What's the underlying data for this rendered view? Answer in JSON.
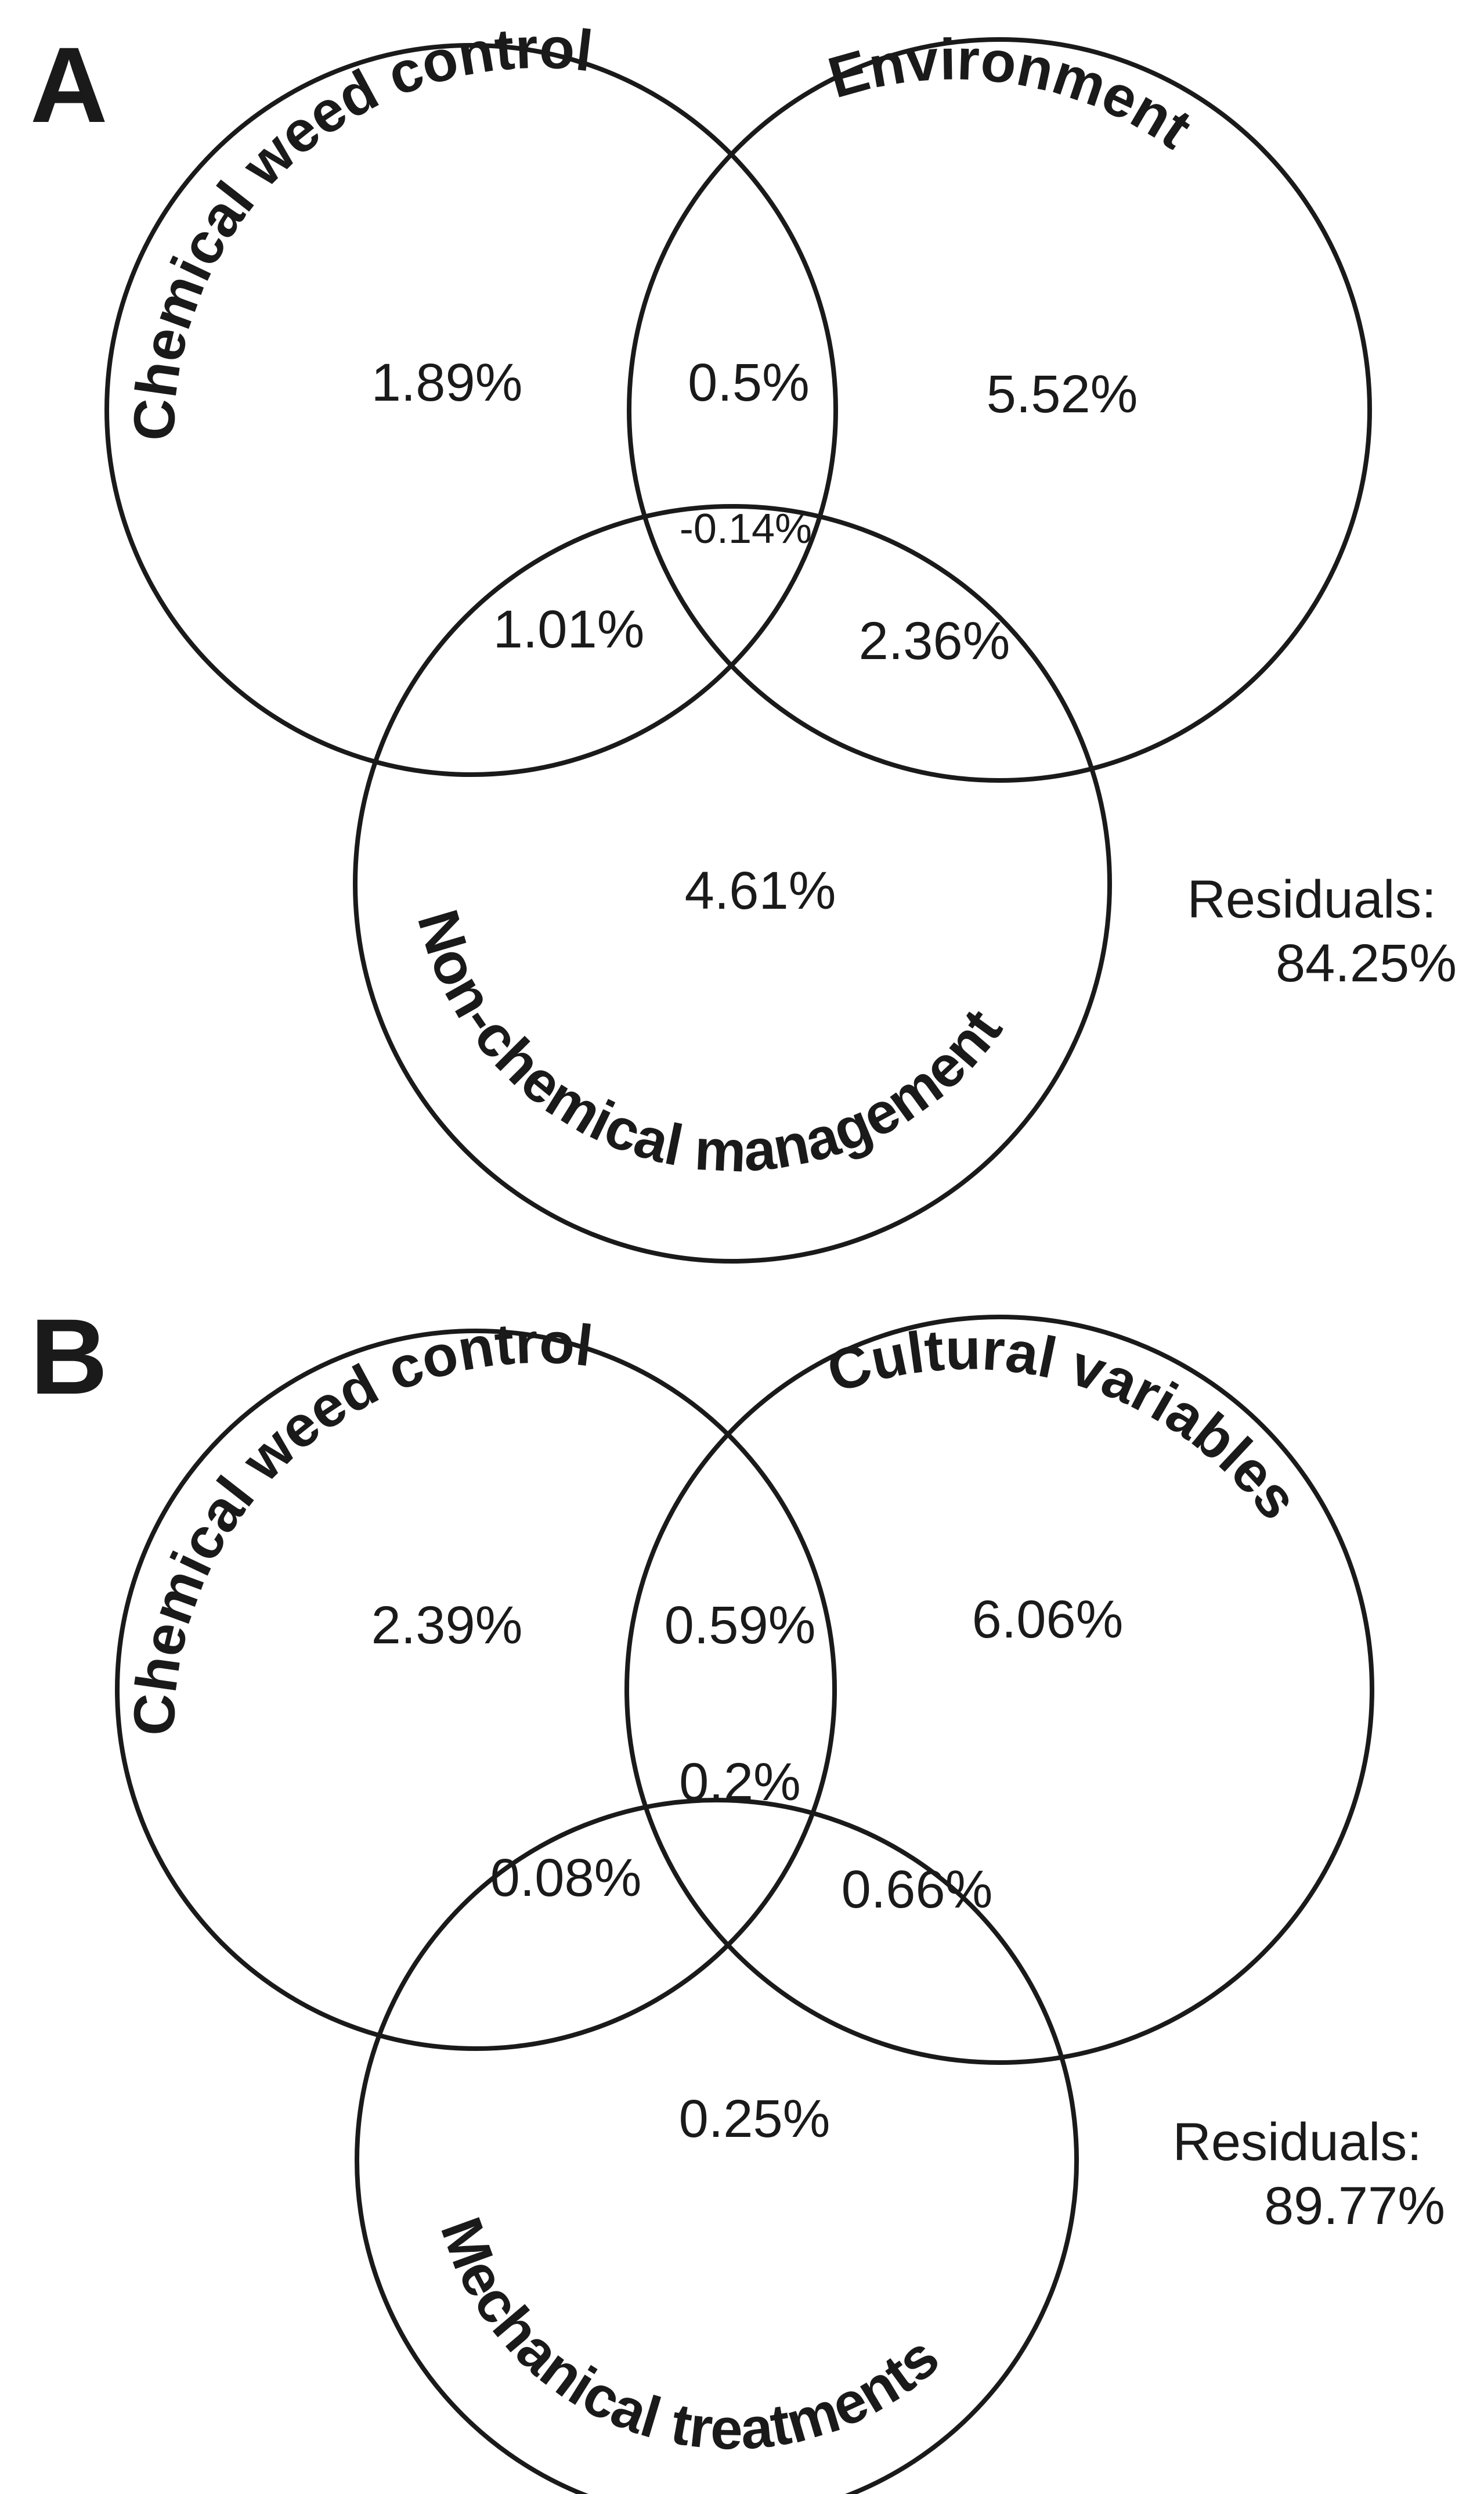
{
  "panels": [
    {
      "label": "A",
      "sets": {
        "top_left": "Chemical weed control",
        "top_right": "Environment",
        "bottom": "Non-chemical management"
      },
      "regions": {
        "top_left_only": "1.89%",
        "top_left_top_right": "0.5%",
        "top_right_only": "5.52%",
        "all_three": "-0.14%",
        "top_left_bottom": "1.01%",
        "top_right_bottom": "2.36%",
        "bottom_only": "4.61%"
      },
      "residuals_label": "Residuals:",
      "residuals_value": "84.25%"
    },
    {
      "label": "B",
      "sets": {
        "top_left": "Chemical weed control",
        "top_right": "Cultural variables",
        "bottom": "Mechanical treatments"
      },
      "regions": {
        "top_left_only": "2.39%",
        "top_left_top_right": "0.59%",
        "top_right_only": "6.06%",
        "all_three": "0.2%",
        "top_left_bottom": "0.08%",
        "top_right_bottom": "0.66%",
        "bottom_only": "0.25%"
      },
      "residuals_label": "Residuals:",
      "residuals_value": "89.77%"
    }
  ]
}
